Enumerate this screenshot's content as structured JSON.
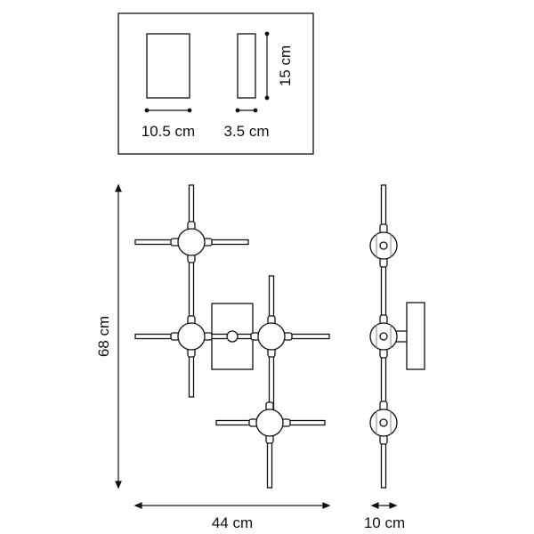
{
  "labels": {
    "width_front": "10.5 cm",
    "width_side": "3.5 cm",
    "height_plate": "15 cm",
    "total_height": "68 cm",
    "total_width": "44 cm",
    "total_depth": "10 cm"
  },
  "colors": {
    "line": "#111111",
    "rod_fill": "#ffffff"
  }
}
